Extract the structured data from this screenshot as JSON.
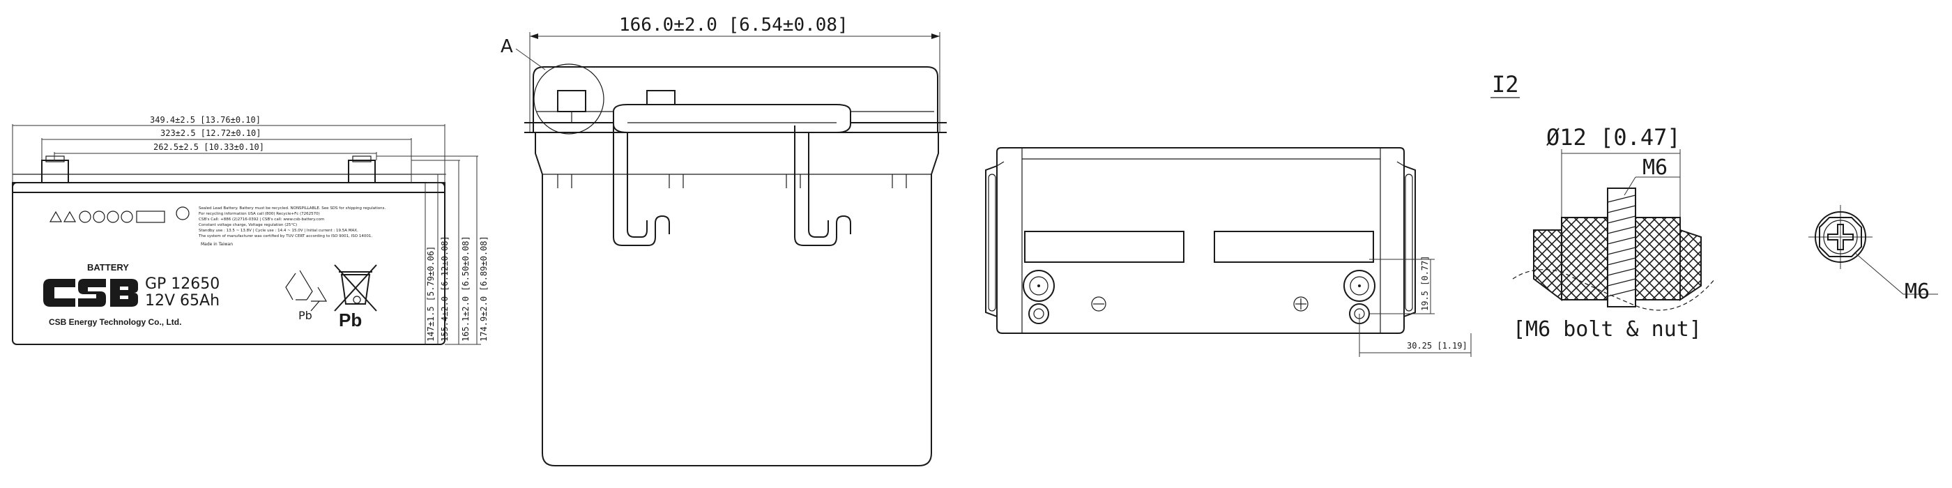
{
  "front_view": {
    "brand_small": "BATTERY",
    "model": "GP 12650",
    "rating": "12V 65Ah",
    "company": "CSB Energy Technology Co., Ltd.",
    "recycle_label": "Pb",
    "bin_label": "Pb",
    "made_in": "Made in Taiwan",
    "fine_print": [
      "Sealed Lead Battery. Battery must be recycled. NONSPILLABLE. See SDS for shipping regulations.",
      "For recycling information USA call (800) Recycle+Fc (7262570)",
      "CSB's Call: +886 (2)2716-0392 | CSB's call: www.csb-battery.com",
      "Constant voltage charge, Voltage regulation (25°C)",
      "Standby use : 13.5 ~ 13.8V  |  Cycle use : 14.4 ~ 15.0V  |  Initial current : 19.5A MAX.",
      "The system of manufacturer was certified by TUV CERT according to ISO 9001, ISO 14001."
    ],
    "dims_width": [
      "349.4±2.5 [13.76±0.10]",
      "323±2.5 [12.72±0.10]",
      "262.5±2.5 [10.33±0.10]"
    ],
    "dims_height": [
      "147±1.5 [5.79±0.06]",
      "155.4±2.0 [6.12±0.08]",
      "165.1±2.0 [6.50±0.08]",
      "174.9±2.0 [6.89±0.08]"
    ]
  },
  "side_view": {
    "width_dim": "166.0±2.0 [6.54±0.08]",
    "detail_label": "A"
  },
  "top_view": {
    "dim_vertical": "19.5 [0.77]",
    "dim_horizontal": "30.25 [1.19]"
  },
  "terminal_detail": {
    "title": "I2",
    "diameter": "Ø12 [0.47]",
    "thread": "M6",
    "caption": "[M6 bolt & nut]",
    "plan_thread": "M6"
  }
}
